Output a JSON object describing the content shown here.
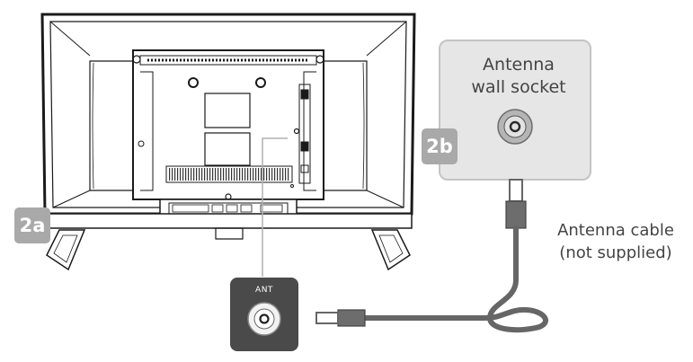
{
  "wall_socket": {
    "title_line1": "Antenna",
    "title_line2": "wall socket"
  },
  "cable": {
    "label_line1": "Antenna cable",
    "label_line2": "(not supplied)"
  },
  "steps": {
    "tv_badge": "2a",
    "socket_badge": "2b"
  },
  "tv_port": {
    "label": "ANT"
  },
  "colors": {
    "badge": "#a9a9a9",
    "socket_panel": "#e6e6e6",
    "socket_panel_border": "#c4c4c4",
    "port_panel": "#4a4a4a",
    "cable": "#666666",
    "line_art": "#1a1a1a"
  }
}
